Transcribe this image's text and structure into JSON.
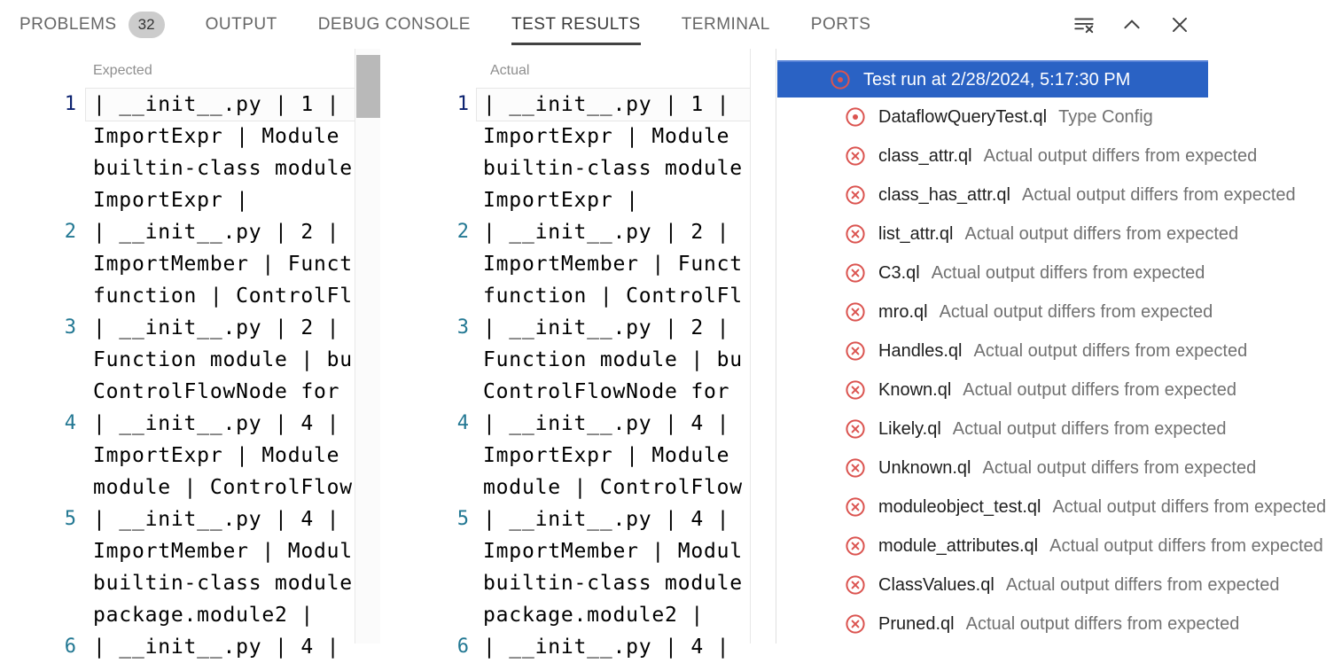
{
  "panel": {
    "tabs": [
      {
        "label": "PROBLEMS",
        "badge": "32",
        "active": false
      },
      {
        "label": "OUTPUT",
        "active": false
      },
      {
        "label": "DEBUG CONSOLE",
        "active": false
      },
      {
        "label": "TEST RESULTS",
        "active": true
      },
      {
        "label": "TERMINAL",
        "active": false
      },
      {
        "label": "PORTS",
        "active": false
      }
    ],
    "actions": [
      {
        "name": "clear-output-icon"
      },
      {
        "name": "maximize-panel-icon"
      },
      {
        "name": "close-panel-icon"
      }
    ]
  },
  "diff": {
    "expected_label": "Expected",
    "actual_label": "Actual",
    "lines": [
      {
        "num": "1",
        "active": true,
        "segments": [
          "| __init__.py | 1 |",
          "ImportExpr | Module",
          "builtin-class module",
          "ImportExpr |"
        ]
      },
      {
        "num": "2",
        "segments": [
          "| __init__.py | 2 |",
          "ImportMember | Funct",
          "function | ControlFl"
        ]
      },
      {
        "num": "3",
        "segments": [
          "| __init__.py | 2 |",
          "Function module | bu",
          "ControlFlowNode for"
        ]
      },
      {
        "num": "4",
        "segments": [
          "| __init__.py | 4 |",
          "ImportExpr | Module",
          "module | ControlFlow"
        ]
      },
      {
        "num": "5",
        "segments": [
          "| __init__.py | 4 |",
          "ImportMember | Modul",
          "builtin-class module",
          "package.module2 |"
        ]
      },
      {
        "num": "6",
        "segments": [
          "| __init__.py | 4 |"
        ]
      }
    ]
  },
  "tree": {
    "run_label": "Test run at 2/28/2024, 5:17:30 PM",
    "run_icon": "error-dot",
    "items": [
      {
        "name": "DataflowQueryTest.ql",
        "desc": "Type Config",
        "icon": "error-dot"
      },
      {
        "name": "class_attr.ql",
        "desc": "Actual output differs from expected",
        "icon": "error-x"
      },
      {
        "name": "class_has_attr.ql",
        "desc": "Actual output differs from expected",
        "icon": "error-x"
      },
      {
        "name": "list_attr.ql",
        "desc": "Actual output differs from expected",
        "icon": "error-x"
      },
      {
        "name": "C3.ql",
        "desc": "Actual output differs from expected",
        "icon": "error-x"
      },
      {
        "name": "mro.ql",
        "desc": "Actual output differs from expected",
        "icon": "error-x"
      },
      {
        "name": "Handles.ql",
        "desc": "Actual output differs from expected",
        "icon": "error-x"
      },
      {
        "name": "Known.ql",
        "desc": "Actual output differs from expected",
        "icon": "error-x"
      },
      {
        "name": "Likely.ql",
        "desc": "Actual output differs from expected",
        "icon": "error-x"
      },
      {
        "name": "Unknown.ql",
        "desc": "Actual output differs from expected",
        "icon": "error-x"
      },
      {
        "name": "moduleobject_test.ql",
        "desc": "Actual output differs from expected",
        "icon": "error-x"
      },
      {
        "name": "module_attributes.ql",
        "desc": "Actual output differs from expected",
        "icon": "error-x"
      },
      {
        "name": "ClassValues.ql",
        "desc": "Actual output differs from expected",
        "icon": "error-x"
      },
      {
        "name": "Pruned.ql",
        "desc": "Actual output differs from expected",
        "icon": "error-x"
      }
    ]
  },
  "colors": {
    "selection_blue": "#2a62c4",
    "error_red": "#db5450",
    "line_number": "#237893",
    "line_number_active": "#0b216f",
    "tab_active": "#3b3b3b",
    "tab_inactive": "#666666"
  }
}
